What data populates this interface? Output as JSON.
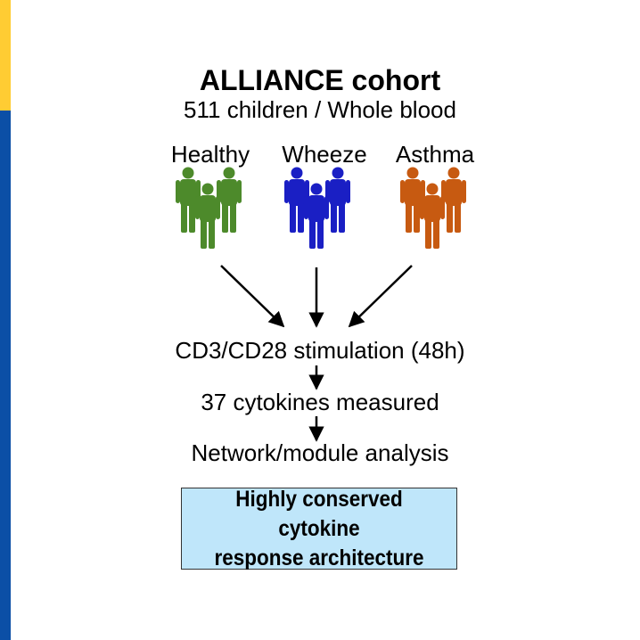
{
  "title": "ALLIANCE cohort",
  "subtitle": "511 children / Whole blood",
  "groups": [
    {
      "label": "Healthy",
      "color": "#4d8a2b",
      "icon": "people-group-icon"
    },
    {
      "label": "Wheeze",
      "color": "#1a1fc4",
      "icon": "people-group-icon"
    },
    {
      "label": "Asthma",
      "color": "#c75a11",
      "icon": "people-group-icon"
    }
  ],
  "steps": [
    "CD3/CD28 stimulation (48h)",
    "37 cytokines measured",
    "Network/module analysis"
  ],
  "result": {
    "line1": "Highly conserved cytokine",
    "line2": "response architecture",
    "background": "#bfe6fa"
  },
  "accent": {
    "yellow": "#ffcc33",
    "blue": "#0b4fa6"
  }
}
